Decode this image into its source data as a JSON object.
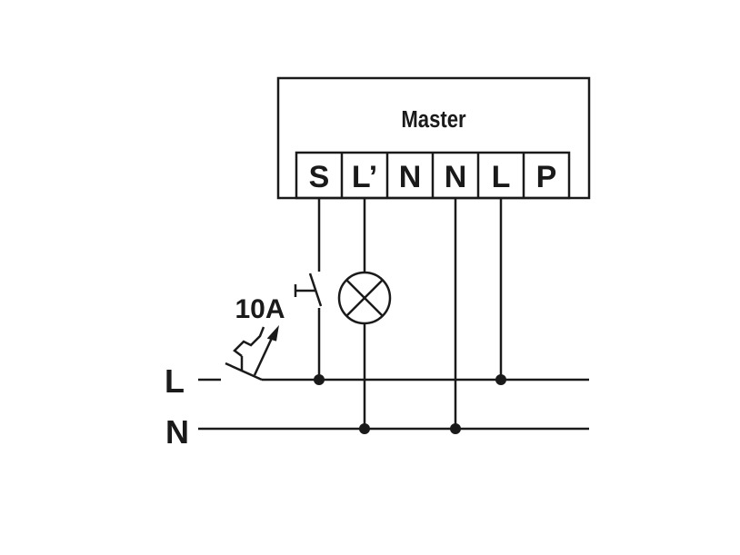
{
  "device": {
    "title": "Master"
  },
  "terminals": [
    "S",
    "L’",
    "N",
    "N",
    "L",
    "P"
  ],
  "lines": {
    "live": "L",
    "neutral": "N"
  },
  "breaker": {
    "rating": "10A"
  },
  "colors": {
    "stroke": "#1a1a1a",
    "background": "#ffffff"
  }
}
